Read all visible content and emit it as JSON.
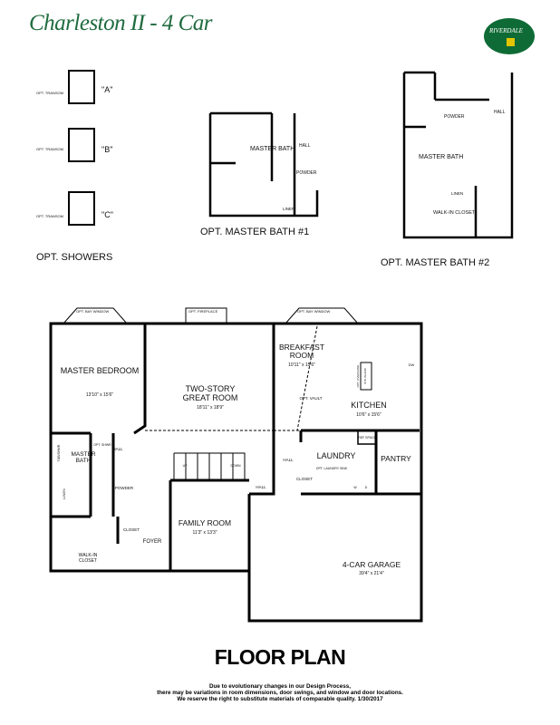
{
  "header": {
    "title": "Charleston II - 4 Car",
    "logo_text": "RIVERDALE"
  },
  "colors": {
    "brand_green": "#1f6b3f",
    "logo_green": "#0f6b35",
    "logo_yellow": "#e3c400"
  },
  "options": {
    "showers_label": "OPT. SHOWERS",
    "shower_a": "\"A\"",
    "shower_b": "\"B\"",
    "shower_c": "\"C\"",
    "transom": "OPT. TRANSOM",
    "bath1_label": "OPT. MASTER BATH #1",
    "bath2_label": "OPT. MASTER BATH #2",
    "master_bath": "MASTER BATH",
    "powder": "POWDER",
    "hall": "HALL",
    "linen": "LINEN",
    "walk_in_closet": "WALK-IN CLOSET"
  },
  "plan": {
    "opt_bay_window": "OPT. BAY WINDOW",
    "opt_fireplace": "OPT. FIREPLACE",
    "rooms": {
      "master_bedroom": {
        "name": "MASTER BEDROOM",
        "dims": "13'10\" x 15'6\""
      },
      "great_room": {
        "name1": "TWO-STORY",
        "name2": "GREAT ROOM",
        "dims": "18'11\" x 18'9\""
      },
      "breakfast": {
        "name1": "BREAKFAST",
        "name2": "ROOM",
        "dims": "10'11\" x 15'6\""
      },
      "kitchen": {
        "name": "KITCHEN",
        "dims": "10'6\" x 15'6\""
      },
      "family_room": {
        "name": "FAMILY ROOM",
        "dims": "11'3\" x 13'3\""
      },
      "garage": {
        "name": "4-CAR GARAGE",
        "dims": "39'4\" x 21'4\""
      }
    },
    "labels": {
      "opt_vault": "OPT. VAULT",
      "laundry": "LAUNDRY",
      "pantry": "PANTRY",
      "hall": "HALL",
      "closet": "CLOSET",
      "foyer": "FOYER",
      "powder": "POWDER",
      "master_bath1": "MASTER",
      "master_bath2": "BATH",
      "linen": "LINEN",
      "walk_in1": "WALK-IN",
      "walk_in2": "CLOSET",
      "up": "UP",
      "down": "DOWN",
      "ref_space": "REF SPACE",
      "dw": "DW",
      "opt_laundry_sink": "OPT. LAUNDRY SINK",
      "std_island": "STD ISLAND",
      "opt_overhang": "OPT. OVERHANG",
      "tub_shwr": "TUB/SHWR",
      "opt_shwr": "OPT. SHWR",
      "w": "W",
      "d": "D"
    }
  },
  "footer": {
    "heading": "FLOOR PLAN",
    "line1": "Due to evolutionary changes in our Design Process,",
    "line2": "there may be variations in room dimensions, door swings, and window and door locations.",
    "line3": "We reserve the right to substitute materials of comparable quality. 1/30/2017"
  }
}
